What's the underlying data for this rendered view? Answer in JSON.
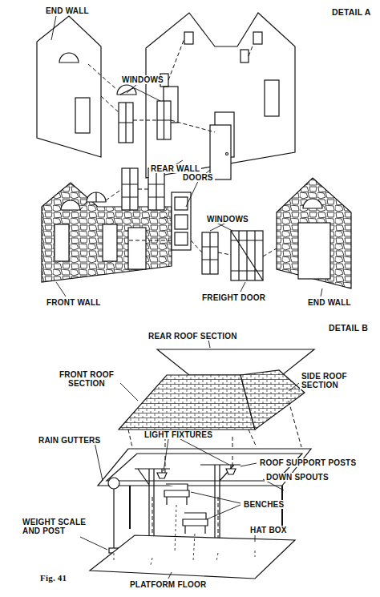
{
  "diagram": {
    "labels": [
      "END WALL",
      "DETAIL A",
      "WINDOWS",
      "REAR WALL",
      "DOORS",
      "WINDOWS",
      "FRONT WALL",
      "FREIGHT DOOR",
      "END WALL",
      "DETAIL B",
      "REAR ROOF SECTION",
      "FRONT ROOF SECTION",
      "SIDE ROOF SECTION",
      "RAIN GUTTERS",
      "LIGHT FIXTURES",
      "ROOF SUPPORT POSTS",
      "DOWN SPOUTS",
      "BENCHES",
      "HAT BOX",
      "WEIGHT SCALE AND POST",
      "Fig. 41",
      "PLATFORM FLOOR"
    ]
  }
}
